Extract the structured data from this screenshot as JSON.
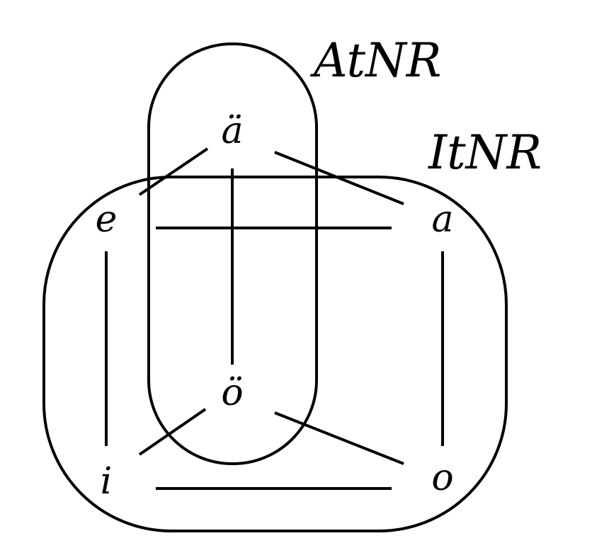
{
  "sets": [
    {
      "id": "AtNR",
      "label": "AtNR",
      "members": [
        "ä",
        "ö"
      ]
    },
    {
      "id": "ItNR",
      "label": "ItNR",
      "members": [
        "e",
        "a",
        "i",
        "o"
      ]
    }
  ],
  "nodes": {
    "a_umlaut": "ä",
    "e": "e",
    "a": "a",
    "o_umlaut": "ö",
    "i": "i",
    "o": "o"
  },
  "edges": [
    [
      "ä",
      "e"
    ],
    [
      "ä",
      "a"
    ],
    [
      "ä",
      "ö"
    ],
    [
      "e",
      "a"
    ],
    [
      "e",
      "i"
    ],
    [
      "a",
      "o"
    ],
    [
      "ö",
      "i"
    ],
    [
      "ö",
      "o"
    ],
    [
      "i",
      "o"
    ]
  ]
}
